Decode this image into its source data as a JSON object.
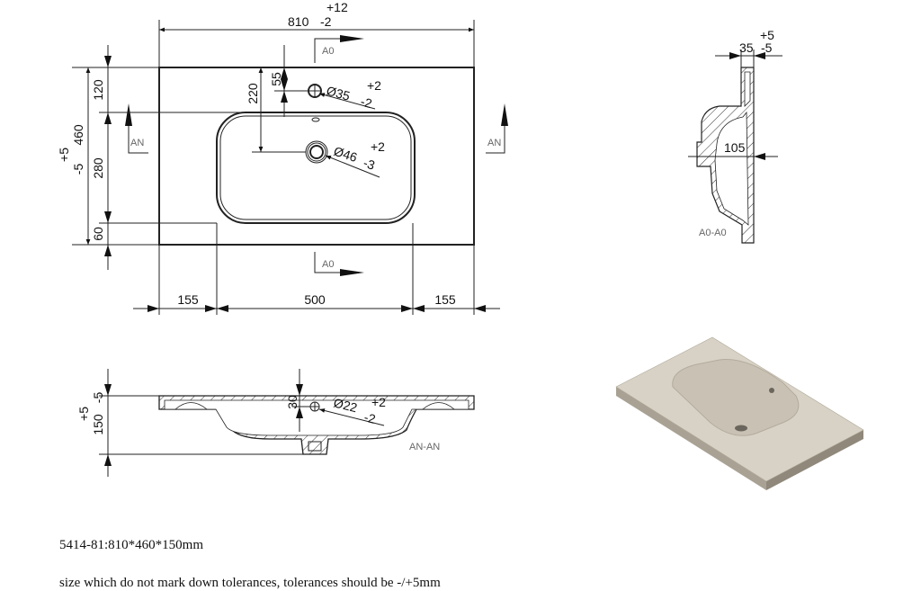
{
  "top_view": {
    "width": {
      "value": "810",
      "tol_plus": "+12",
      "tol_minus": "-2"
    },
    "depth": {
      "value": "460",
      "tol_plus": "+5",
      "tol_minus": "-5"
    },
    "left_dims": [
      "120",
      "280",
      "60"
    ],
    "bottom_dims": [
      "155",
      "500",
      "155"
    ],
    "dim_220": "220",
    "dim_55": "55",
    "tap_hole": {
      "dia": "Ø35",
      "tol_plus": "+2",
      "tol_minus": "-2"
    },
    "drain_hole": {
      "dia": "Ø46",
      "tol_plus": "+2",
      "tol_minus": "-3"
    },
    "section_marker_ao": "A0",
    "section_marker_an": "AN"
  },
  "section_an": {
    "height": {
      "value": "150",
      "tol_plus": "+5",
      "tol_minus": "-5"
    },
    "dim_30": "30",
    "overflow": {
      "dia": "Ø22",
      "tol_plus": "+2",
      "tol_minus": "-2"
    },
    "label": "AN-AN"
  },
  "section_ao": {
    "rim": {
      "value": "35",
      "tol_plus": "+5",
      "tol_minus": "-5"
    },
    "dim_105": "105",
    "label": "A0-A0"
  },
  "render_colors": {
    "top": "#d8d2c6",
    "side": "#b9b2a4",
    "basin": "#c9c2b4"
  },
  "notes": {
    "model": "5414-81:810*460*150mm",
    "tolerance": "size which do not mark down tolerances, tolerances should be -/+5mm"
  }
}
